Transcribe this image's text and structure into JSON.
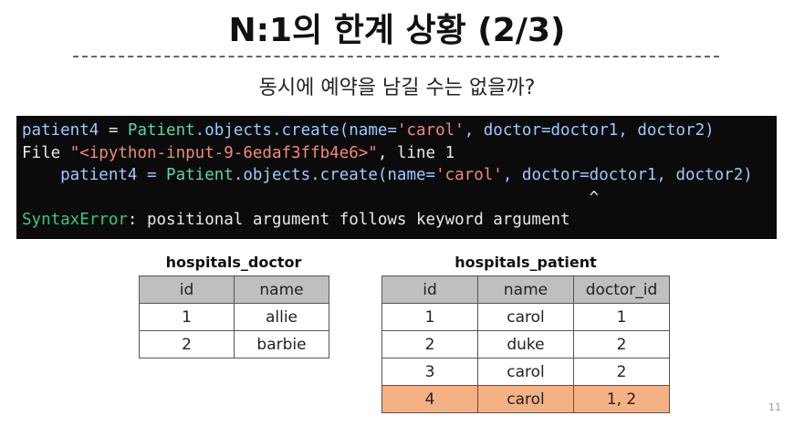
{
  "title": "N:1의 한계 상황 (2/3)",
  "subtitle": "동시에 예약을 남길 수는 없을까?",
  "code": {
    "line1": {
      "a": "patient4",
      "b": " = ",
      "c": "Patient",
      "d": ".objects.create(name=",
      "e": "'carol'",
      "f": ", doctor=doctor1, doctor2)"
    },
    "line2": {
      "a": "File ",
      "b": "\"<ipython-input-9-6edaf3ffb4e6>\"",
      "c": ", line 1"
    },
    "line3": {
      "a": "    patient4 = ",
      "b": "Patient",
      "c": ".objects.create(name=",
      "d": "'carol'",
      "e": ", doctor=doctor1, doctor2)"
    },
    "line4": "                                                           ^",
    "line5": {
      "a": "SyntaxError",
      "b": ": positional argument follows keyword argument"
    }
  },
  "doctor_table": {
    "title": "hospitals_doctor",
    "headers": [
      "id",
      "name"
    ],
    "rows": [
      [
        "1",
        "allie"
      ],
      [
        "2",
        "barbie"
      ]
    ]
  },
  "patient_table": {
    "title": "hospitals_patient",
    "headers": [
      "id",
      "name",
      "doctor_id"
    ],
    "rows": [
      [
        "1",
        "carol",
        "1"
      ],
      [
        "2",
        "duke",
        "2"
      ],
      [
        "3",
        "carol",
        "2"
      ],
      [
        "4",
        "carol",
        "1, 2"
      ]
    ],
    "highlight_color": "#f4b183",
    "header_color": "#bfbfbf"
  },
  "page_number": "11"
}
